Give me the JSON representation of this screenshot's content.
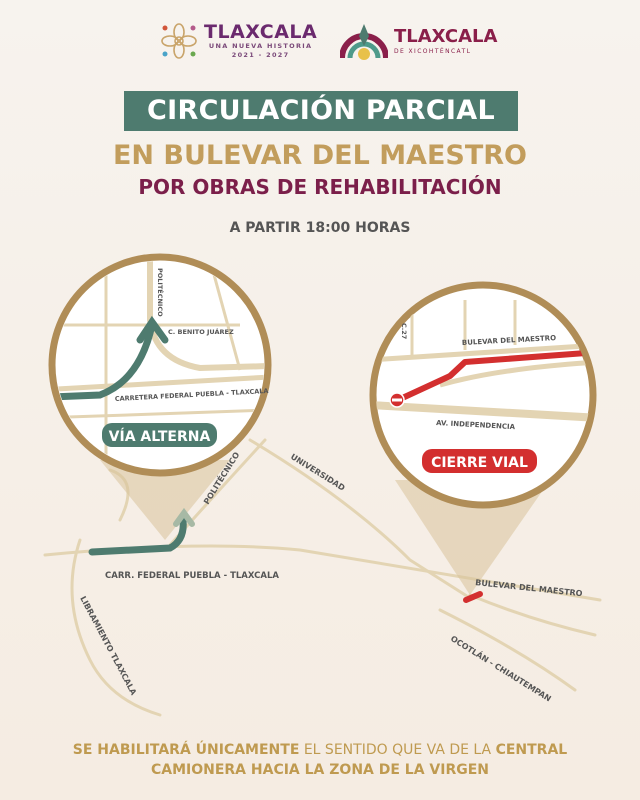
{
  "logos": {
    "gov": {
      "name": "TLAXCALA",
      "tagline": "UNA NUEVA HISTORIA",
      "years": "2021 - 2027"
    },
    "city": {
      "name": "TLAXCALA",
      "subtitle": "DE XICOHTÉNCATL"
    }
  },
  "header": {
    "line1": "CIRCULACIÓN PARCIAL",
    "line2": "EN  BULEVAR DEL MAESTRO",
    "line3": "POR OBRAS DE REHABILITACIÓN",
    "time": "A PARTIR 18:00 HORAS"
  },
  "left_inset": {
    "badge": "VÍA ALTERNA",
    "streets": [
      "POLITÉCNICO",
      "C. BENITO JUÁREZ",
      "CARRETERA FEDERAL PUEBLA - TLAXCALA"
    ]
  },
  "right_inset": {
    "badge": "CIERRE VIAL",
    "streets": [
      "C.27",
      "BULEVAR DEL MAESTRO",
      "AV. INDEPENDENCIA"
    ]
  },
  "map": {
    "streets": [
      "POLITÉCNICO",
      "UNIVERSIDAD",
      "CARR. FEDERAL PUEBLA - TLAXCALA",
      "BULEVAR DEL MAESTRO",
      "LIBRAMIENTO TLAXCALA",
      "OCOTLÁN - CHIAUTEMPAN"
    ]
  },
  "footer": {
    "b1": "SE HABILITARÁ ÚNICAMENTE",
    "r1": " EL SENTIDO QUE VA DE LA ",
    "b2": "CENTRAL",
    "b3": "CAMIONERA HACIA LA ZONA DE LA VIRGEN"
  },
  "colors": {
    "green": "#4e7b6f",
    "gold": "#c29d5c",
    "maroon": "#7b1f4a",
    "red": "#d32f2f",
    "road": "#e0cfa8"
  }
}
